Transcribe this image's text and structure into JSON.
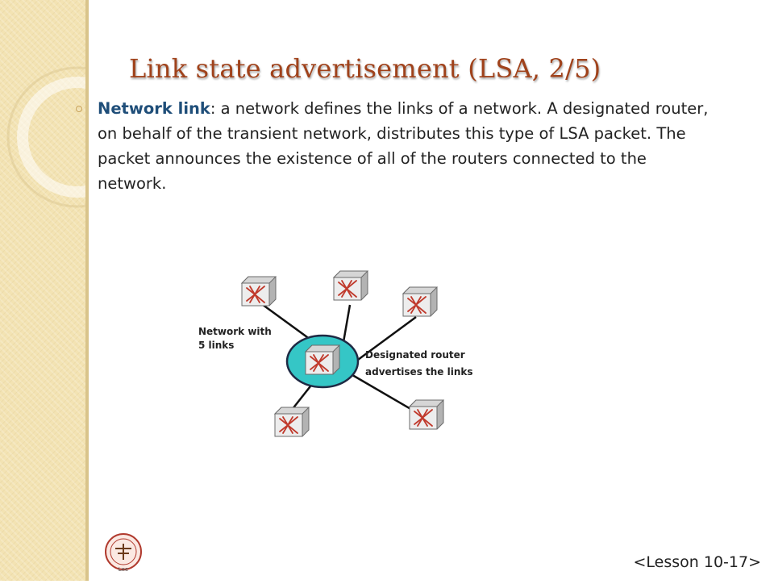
{
  "slide": {
    "title": "Link state advertisement (LSA, 2/5)",
    "bullet": {
      "term": "Network link",
      "text": ": a network defines the links of a network. A designated router, on behalf of the transient network, distributes this type of LSA packet. The packet announces the existence of all of the routers connected  to the network."
    },
    "footer": "<Lesson 10-17>"
  },
  "diagram": {
    "network_label_line1": "Network with",
    "network_label_line2": "5 links",
    "dr_label_line1": "Designated router",
    "dr_label_line2": "advertises the links",
    "network_color": "#35c6c6"
  },
  "logo": {
    "text": "Lee"
  }
}
